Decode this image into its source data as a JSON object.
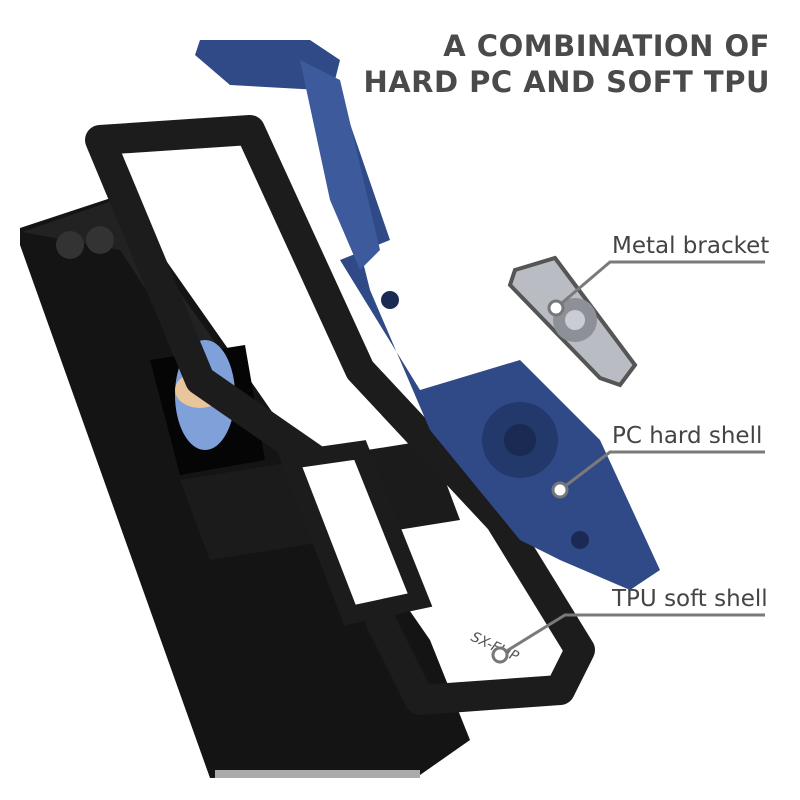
{
  "headline": {
    "line1": "A COMBINATION OF",
    "line2": "HARD PC AND SOFT TPU"
  },
  "callouts": [
    {
      "label": "Metal bracket"
    },
    {
      "label": "PC hard shell"
    },
    {
      "label": "TPU soft shell"
    }
  ],
  "logo_text": "SX-FLIP",
  "colors": {
    "pc_shell_blue": "#2f4a86",
    "tpu_black": "#1c1c1c",
    "metal_silver": "#b9bcc2",
    "text_gray": "#4a4a4a",
    "callout_line": "#7a7a7a"
  }
}
